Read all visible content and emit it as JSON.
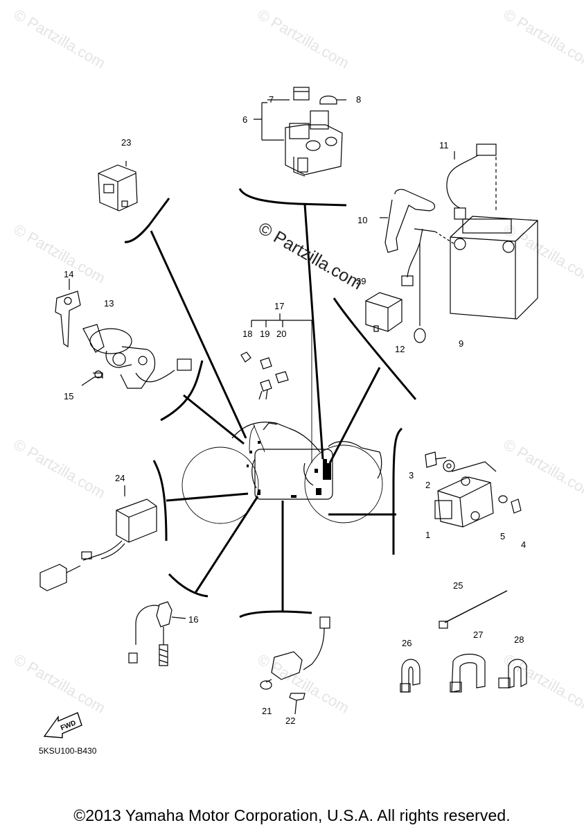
{
  "watermark": "© Partzilla.com",
  "center_watermark": "© Partzilla.com",
  "callouts": [
    "1",
    "2",
    "3",
    "4",
    "5",
    "6",
    "7",
    "8",
    "9",
    "10",
    "11",
    "12",
    "13",
    "14",
    "15",
    "16",
    "17",
    "18",
    "19",
    "20",
    "21",
    "22",
    "23",
    "24",
    "25",
    "26",
    "27",
    "28",
    "29"
  ],
  "fwd_label": "FWD",
  "diagram_code": "5KSU100-B430",
  "copyright": "©2013 Yamaha Motor Corporation, U.S.A. All rights reserved."
}
